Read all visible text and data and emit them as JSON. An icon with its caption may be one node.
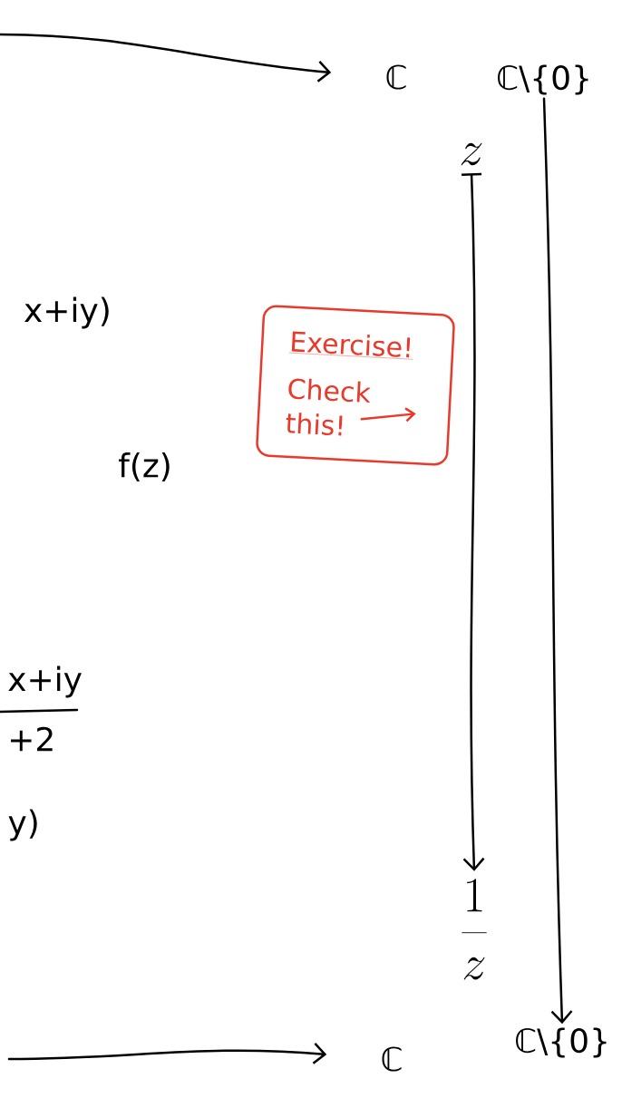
{
  "diagram": {
    "nodes": [
      {
        "text": [
          "ℂ"
        ]
      },
      {
        "text": [
          "ℂ\\{0}"
        ]
      },
      {
        "text": [
          "z"
        ]
      },
      {
        "text": [
          "\\frac{1}{z}"
        ]
      },
      {
        "text": [
          "ℂ"
        ]
      },
      {
        "text": [
          "ℂ\\{0}"
        ]
      },
      {
        "text": [
          "Exercise!",
          "Check this!"
        ]
      }
    ],
    "edges": [
      {
        "from": null,
        "to": 0,
        "arrow": "to"
      },
      {
        "from": 2,
        "to": 3,
        "arrow": "to"
      },
      {
        "from": 1,
        "to": 5,
        "arrow": "to"
      },
      {
        "from": null,
        "to": 4,
        "arrow": "to"
      }
    ],
    "labels": [
      "x+iy)",
      "f(z)",
      "x+iy",
      "+2",
      "y)"
    ]
  }
}
